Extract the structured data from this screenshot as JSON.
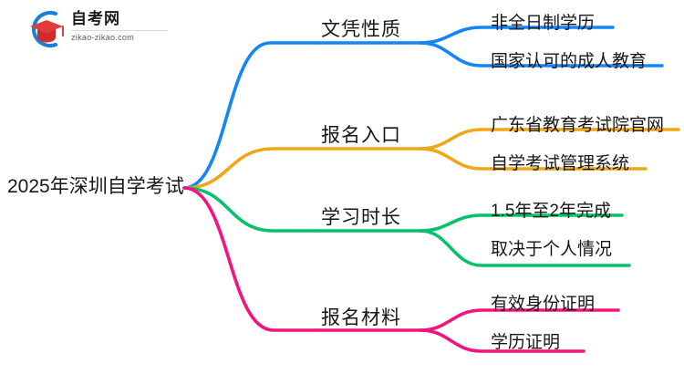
{
  "logo": {
    "name_cn": "自考网",
    "url": "zikao-zikao.com",
    "mark_icon": "graduation-cap-icon",
    "arc_color": "#1b7fd4",
    "cap_color": "#e03a3a"
  },
  "mindmap": {
    "root": {
      "label": "2025年深圳自学考试"
    },
    "branches": [
      {
        "label": "文凭性质",
        "color": "#1485f5",
        "children": [
          {
            "label": "非全日制学历"
          },
          {
            "label": "国家认可的成人教育"
          }
        ]
      },
      {
        "label": "报名入口",
        "color": "#efa713",
        "children": [
          {
            "label": "广东省教育考试院官网"
          },
          {
            "label": "自学考试管理系统"
          }
        ]
      },
      {
        "label": "学习时长",
        "color": "#05c16a",
        "children": [
          {
            "label": "1.5年至2年完成"
          },
          {
            "label": "取决于个人情况"
          }
        ]
      },
      {
        "label": "报名材料",
        "color": "#f5137f",
        "children": [
          {
            "label": "有效身份证明"
          },
          {
            "label": "学历证明"
          }
        ]
      }
    ]
  }
}
